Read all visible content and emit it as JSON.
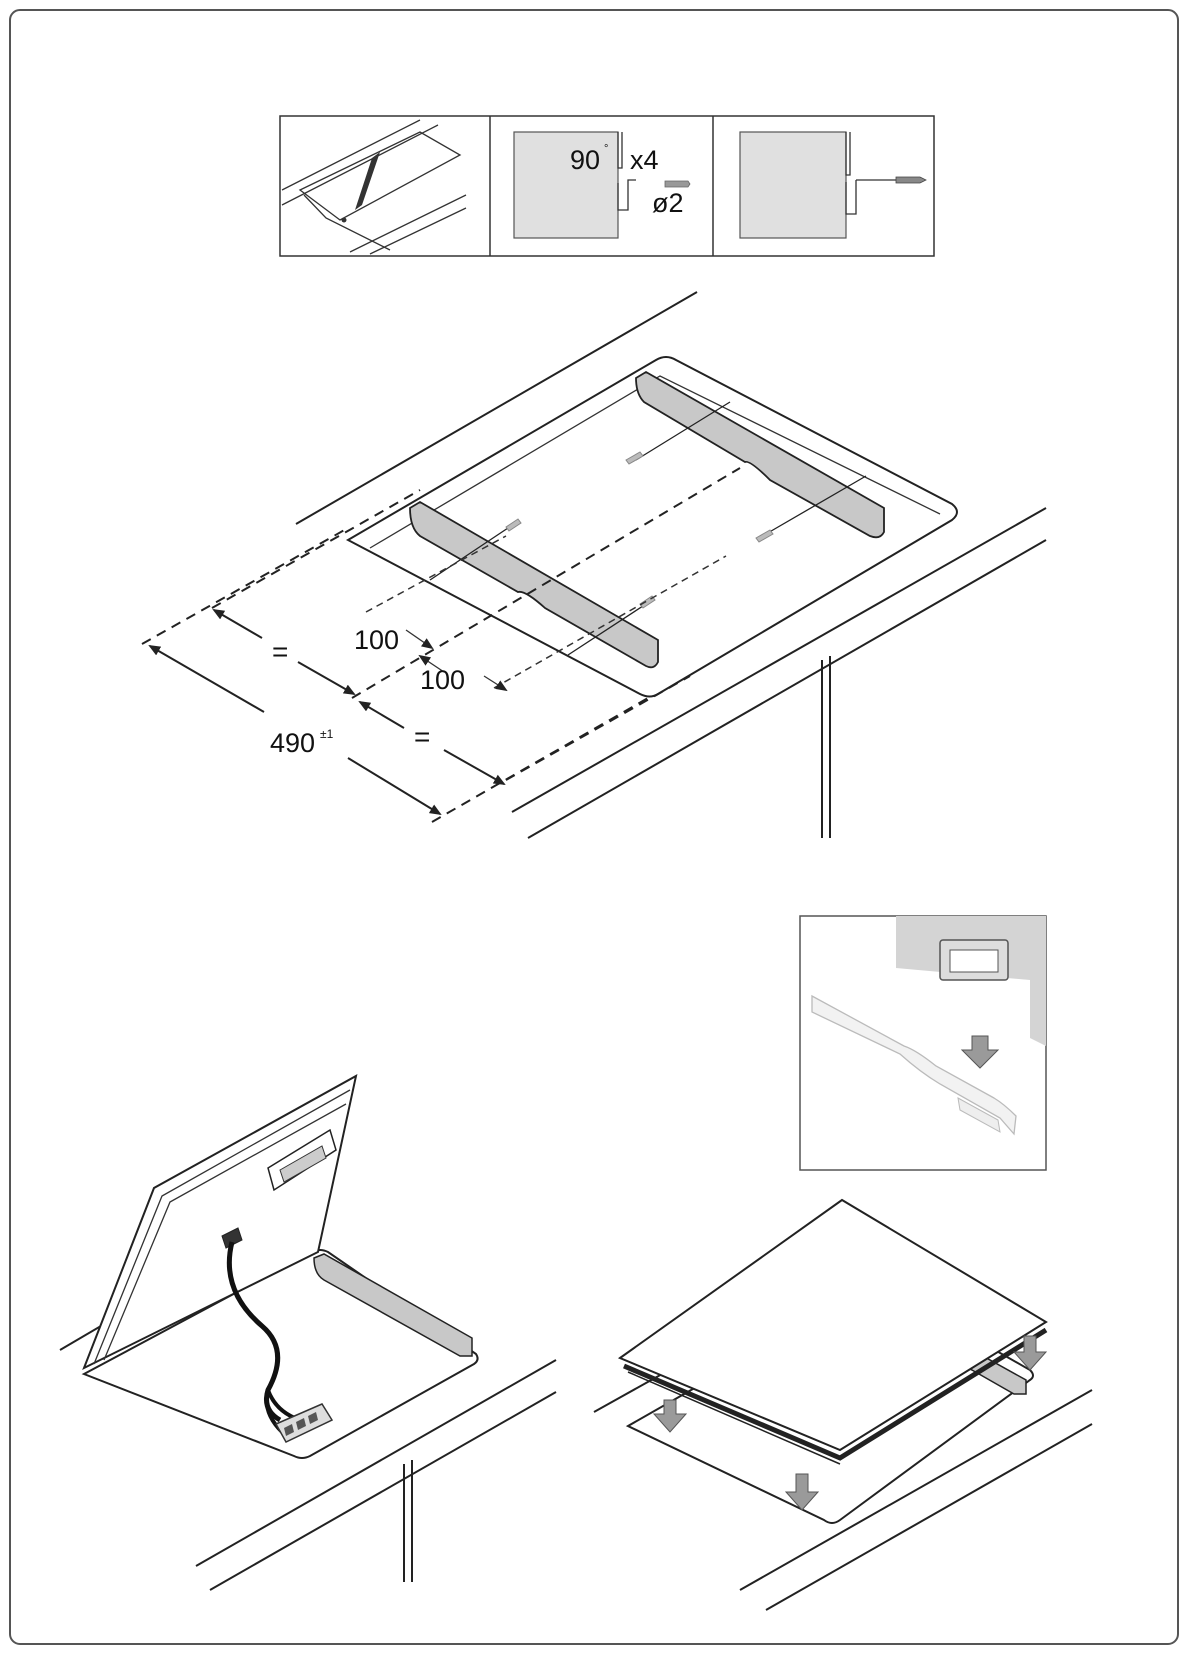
{
  "step_strip": {
    "angle_label": "90",
    "angle_degree": "°",
    "count_label": "x4",
    "drill_label": "ø2"
  },
  "dimensions": {
    "equal_label_1": "=",
    "equal_label_2": "=",
    "offset_label_1": "100",
    "offset_label_2": "100",
    "width_label": "490",
    "width_tolerance": "±1"
  },
  "colors": {
    "line": "#222222",
    "bracket_fill": "#c8c8c8",
    "panel_fill": "#e0e0e0",
    "hob_top": "#ffffff",
    "arrow_fill": "#9a9a9a",
    "frame": "#555555"
  }
}
